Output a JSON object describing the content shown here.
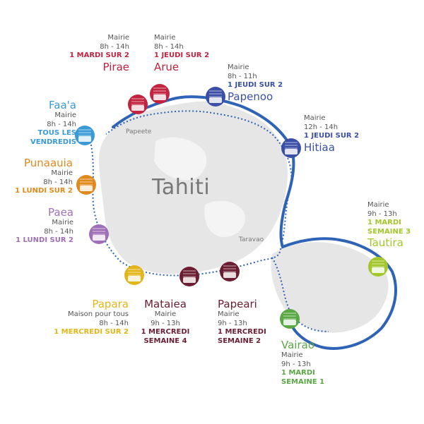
{
  "island": "Tahiti",
  "places": {
    "papeete": "Papeete",
    "taravao": "Taravao"
  },
  "colors": {
    "main_road": "#2f63b6",
    "dotted_road": "#2f63b6",
    "land": "#e6e6e6"
  },
  "stops": [
    {
      "id": "pirae",
      "name": "Pirae",
      "line1": "Mairie",
      "line2": "8h - 14h",
      "sched": "1 MARDI SUR 2",
      "color": "#c2233f"
    },
    {
      "id": "arue",
      "name": "Arue",
      "line1": "Mairie",
      "line2": "8h - 14h",
      "sched": "1 JEUDI SUR 2",
      "color": "#c2233f"
    },
    {
      "id": "papenoo",
      "name": "Papenoo",
      "line1": "Mairie",
      "line2": "8h - 11h",
      "sched": "1 JEUDI SUR 2",
      "color": "#3b4fa6"
    },
    {
      "id": "hitiaa",
      "name": "Hitiaa",
      "line1": "Mairie",
      "line2": "12h - 14h",
      "sched": "1 JEUDI SUR 2",
      "color": "#3b4fa6"
    },
    {
      "id": "faaa",
      "name": "Faa'a",
      "line1": "Mairie",
      "line2": "8h - 14h",
      "sched": "TOUS LES",
      "sched2": "VENDREDIS",
      "color": "#3a9ad6"
    },
    {
      "id": "punaauia",
      "name": "Punaauia",
      "line1": "Mairie",
      "line2": "8h - 14h",
      "sched": "1 LUNDI SUR 2",
      "color": "#e08a1e"
    },
    {
      "id": "paea",
      "name": "Paea",
      "line1": "Mairie",
      "line2": "8h - 14h",
      "sched": "1 LUNDI SUR 2",
      "color": "#9f6fb7"
    },
    {
      "id": "papara",
      "name": "Papara",
      "line1": "Maison pour tous",
      "line2": "8h - 14h",
      "sched": "1 MERCREDI SUR 2",
      "color": "#e2b61a"
    },
    {
      "id": "mataiea",
      "name": "Mataiea",
      "line1": "Mairie",
      "line2": "9h - 13h",
      "sched": "1 MERCREDI",
      "sched2": "SEMAINE 4",
      "color": "#6b1e32"
    },
    {
      "id": "papeari",
      "name": "Papeari",
      "line1": "Mairie",
      "line2": "9h - 13h",
      "sched": "1 MERCREDI",
      "sched2": "SEMAINE 2",
      "color": "#6b1e32"
    },
    {
      "id": "tautira",
      "name": "Tautira",
      "line1": "Mairie",
      "line2": "9h - 13h",
      "sched": "1 MARDI",
      "sched2": "SEMAINE 3",
      "color": "#a3c62b"
    },
    {
      "id": "vairao",
      "name": "Vairao",
      "line1": "Mairie",
      "line2": "9h - 13h",
      "sched": "1 MARDI",
      "sched2": "SEMAINE 1",
      "color": "#5aa844"
    }
  ]
}
